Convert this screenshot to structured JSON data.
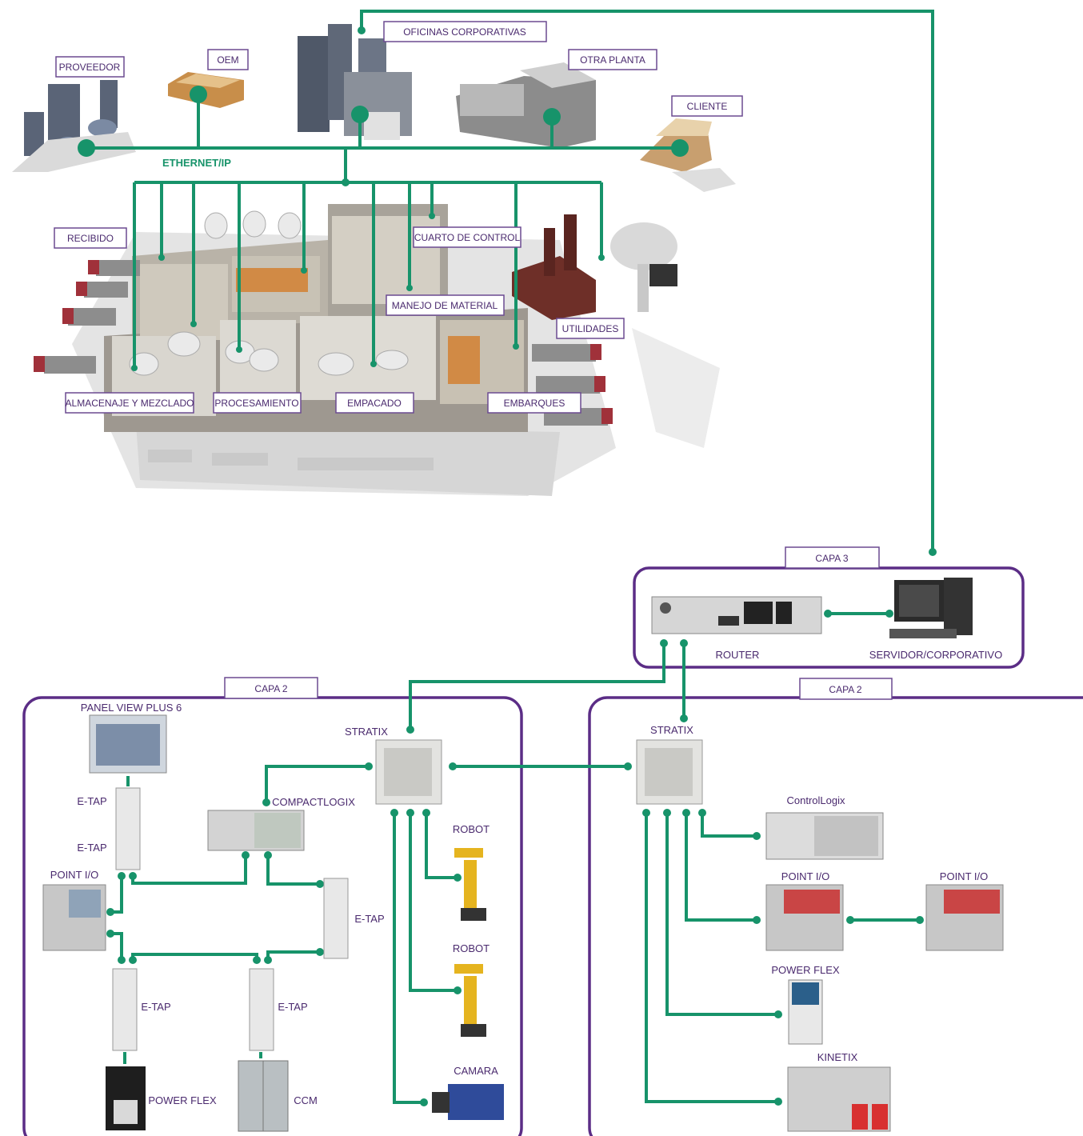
{
  "plant": {
    "network_label": "ETHERNET/IP",
    "labels": {
      "oficinas": "OFICINAS CORPORATIVAS",
      "proveedor": "PROVEEDOR",
      "oem": "OEM",
      "otra_planta": "OTRA PLANTA",
      "cliente": "CLIENTE",
      "recibido": "RECIBIDO",
      "cuarto_control": "CUARTO DE CONTROL",
      "manejo_material": "MANEJO DE MATERIAL",
      "utilidades": "UTILIDADES",
      "almacenaje": "ALMACENAJE Y MEZCLADO",
      "procesamiento": "PROCESAMIENTO",
      "empacado": "EMPACADO",
      "embarques": "EMBARQUES"
    }
  },
  "capa3": {
    "title": "CAPA 3",
    "router": "ROUTER",
    "servidor": "SERVIDOR/CORPORATIVO"
  },
  "capa2_left": {
    "title": "CAPA 2",
    "panel_view": "PANEL VIEW PLUS 6",
    "stratix": "STRATIX",
    "compactlogix": "COMPACTLOGIX",
    "etap1": "E-TAP",
    "etap2": "E-TAP",
    "etap3": "E-TAP",
    "etap4": "E-TAP",
    "etap5": "E-TAP",
    "point_io": "POINT I/O",
    "robot1": "ROBOT",
    "robot2": "ROBOT",
    "camara": "CAMARA",
    "power_flex": "POWER FLEX",
    "ccm": "CCM"
  },
  "capa2_right": {
    "title": "CAPA 2",
    "stratix": "STRATIX",
    "controllogix": "ControlLogix",
    "point_io_1": "POINT I/O",
    "point_io_2": "POINT I/O",
    "power_flex": "POWER FLEX",
    "kinetix": "KINETIX"
  },
  "colors": {
    "network": "#17936a",
    "frame": "#5b2d86",
    "label_text": "#4a2a6e"
  }
}
